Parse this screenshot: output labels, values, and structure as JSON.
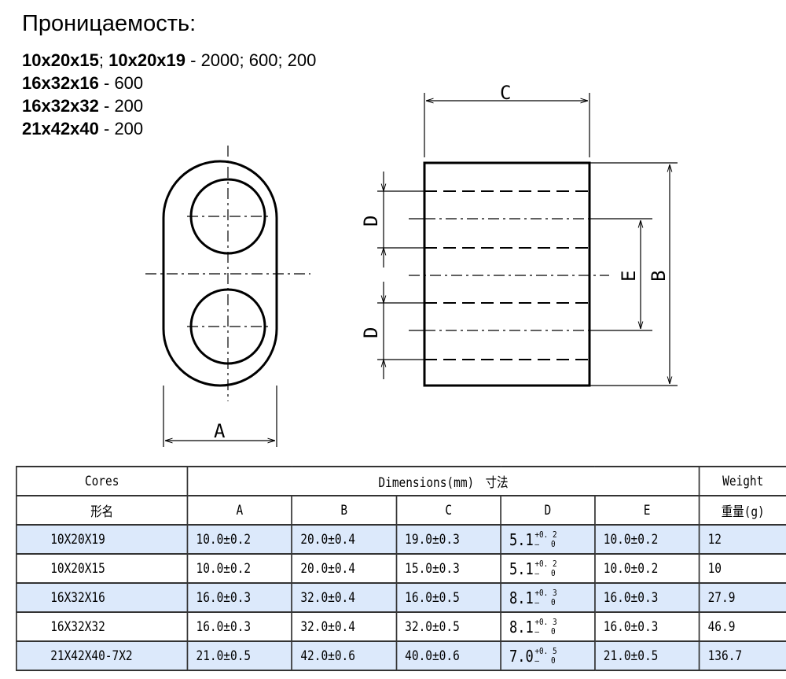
{
  "title": "Проницаемость:",
  "permeability": [
    {
      "parts": [
        {
          "b": "10x20x15"
        },
        {
          "t": "; "
        },
        {
          "b": "10x20x19"
        },
        {
          "t": " - 2000; 600; 200"
        }
      ]
    },
    {
      "parts": [
        {
          "b": "16x32x16"
        },
        {
          "t": " - 600"
        }
      ]
    },
    {
      "parts": [
        {
          "b": "16x32x32"
        },
        {
          "t": " - 200"
        }
      ]
    },
    {
      "parts": [
        {
          "b": "21x42x40"
        },
        {
          "t": " - 200"
        }
      ]
    }
  ],
  "diagram_labels": {
    "A": "A",
    "B": "B",
    "C": "C",
    "D": "D",
    "E": "E"
  },
  "table": {
    "cores": "Cores",
    "cores_cn": "形名",
    "dimensions": "Dimensions(mm)　寸法",
    "weight": "Weight",
    "weight_cn": "重量(g)",
    "cols": [
      "A",
      "B",
      "C",
      "D",
      "E"
    ],
    "rows": [
      {
        "name": "10X20X19",
        "A": "10.0±0.2",
        "B": "20.0±0.4",
        "C": "19.0±0.3",
        "D": {
          "base": "5.1",
          "plus": "+0. 2",
          "minus": "–　 0"
        },
        "E": "10.0±0.2",
        "w": "12",
        "blue": true
      },
      {
        "name": "10X20X15",
        "A": "10.0±0.2",
        "B": "20.0±0.4",
        "C": "15.0±0.3",
        "D": {
          "base": "5.1",
          "plus": "+0. 2",
          "minus": "–　 0"
        },
        "E": "10.0±0.2",
        "w": "10",
        "blue": false
      },
      {
        "name": "16X32X16",
        "A": "16.0±0.3",
        "B": "32.0±0.4",
        "C": "16.0±0.5",
        "D": {
          "base": "8.1",
          "plus": "+0. 3",
          "minus": "–　 0"
        },
        "E": "16.0±0.3",
        "w": "27.9",
        "blue": true
      },
      {
        "name": "16X32X32",
        "A": "16.0±0.3",
        "B": "32.0±0.4",
        "C": "32.0±0.5",
        "D": {
          "base": "8.1",
          "plus": "+0. 3",
          "minus": "–　 0"
        },
        "E": "16.0±0.3",
        "w": "46.9",
        "blue": false
      },
      {
        "name": "21X42X40-7X2",
        "A": "21.0±0.5",
        "B": "42.0±0.6",
        "C": "40.0±0.6",
        "D": {
          "base": "7.0",
          "plus": "+0. 5",
          "minus": "–　 0"
        },
        "E": "21.0±0.5",
        "w": "136.7",
        "blue": true
      }
    ]
  }
}
